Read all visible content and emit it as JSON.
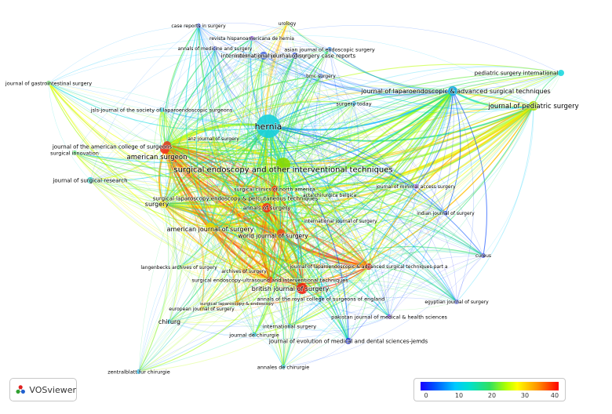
{
  "app": {
    "logo_text": "VOSviewer",
    "logo_icon": "vosviewer-network-icon"
  },
  "legend": {
    "ticks": [
      "0",
      "10",
      "20",
      "30",
      "40"
    ],
    "min": 0,
    "max": 42,
    "gradient": [
      "#1a00ff",
      "#00c8ff",
      "#30e060",
      "#ffff00",
      "#ff0000"
    ]
  },
  "nodes": [
    {
      "id": "hernia",
      "label": "hernia",
      "color": "#18d0dc",
      "score": 14,
      "weight": 10
    },
    {
      "id": "seoit",
      "label": "surgical endoscopy and other interventional techniques",
      "color": "#8ad800",
      "score": 24,
      "weight": 6
    },
    {
      "id": "american_surgeon",
      "label": "american surgeon",
      "color": "#f03020",
      "score": 40,
      "weight": 5
    },
    {
      "id": "jlast",
      "label": "journal of laparoendoscopic & advanced surgical techniques",
      "color": "#10a8e0",
      "score": 12,
      "weight": 4
    },
    {
      "id": "jps",
      "label": "journal of pediatric surgery",
      "color": "#a8e000",
      "score": 26,
      "weight": 4
    },
    {
      "id": "pedsurgint",
      "label": "pediatric surgery international",
      "color": "#20d8e0",
      "score": 15,
      "weight": 3
    },
    {
      "id": "bjs",
      "label": "british journal of surgery",
      "color": "#ee2010",
      "score": 41,
      "weight": 5
    },
    {
      "id": "wjs",
      "label": "world journal of surgery",
      "color": "#f05018",
      "score": 37,
      "weight": 4
    },
    {
      "id": "ajs",
      "label": "american journal of surgery",
      "color": "#e8d000",
      "score": 30,
      "weight": 4
    },
    {
      "id": "surgery",
      "label": "surgery",
      "color": "#f8e000",
      "score": 31,
      "weight": 4
    },
    {
      "id": "annals_surgery",
      "label": "annals of surgery",
      "color": "#f03010",
      "score": 40,
      "weight": 4
    },
    {
      "id": "jacs",
      "label": "journal of the american college of surgeons",
      "color": "#e04020",
      "score": 38,
      "weight": 3
    },
    {
      "id": "slept",
      "label": "surgical laparoscopy endoscopy & percutaneous techniques",
      "color": "#d8e000",
      "score": 28,
      "weight": 3
    },
    {
      "id": "scna",
      "label": "surgical clinics of north america",
      "color": "#f04010",
      "score": 38,
      "weight": 3
    },
    {
      "id": "acta",
      "label": "acta chirurgica belgica",
      "color": "#40d0a0",
      "score": 18,
      "weight": 2
    },
    {
      "id": "ijs_int",
      "label": "international journal of surgery",
      "color": "#4060e0",
      "score": 7,
      "weight": 3
    },
    {
      "id": "ijs_cr",
      "label": "international journal of surgery case reports",
      "color": "#3050e0",
      "score": 5,
      "weight": 3
    },
    {
      "id": "ijs_bjs",
      "label": "international journal of surgery",
      "color": "#30b0e0",
      "score": 11,
      "weight": 2
    },
    {
      "id": "jrs",
      "label": "journal of surgical research",
      "color": "#20d0c0",
      "score": 16,
      "weight": 2
    },
    {
      "id": "jgs",
      "label": "journal of gastrointestinal surgery",
      "color": "#40e040",
      "score": 20,
      "weight": 2
    },
    {
      "id": "jsls",
      "label": "jsls-journal of the society of laparoendoscopic surgeons",
      "color": "#30c8e0",
      "score": 14,
      "weight": 2
    },
    {
      "id": "anz",
      "label": "anz journal of surgery",
      "color": "#a0e020",
      "score": 25,
      "weight": 2
    },
    {
      "id": "si",
      "label": "surgical innovation",
      "color": "#40e060",
      "score": 20,
      "weight": 2
    },
    {
      "id": "crs",
      "label": "case reports in surgery",
      "color": "#2040e0",
      "score": 4,
      "weight": 2
    },
    {
      "id": "urology",
      "label": "urology",
      "color": "#e0e020",
      "score": 29,
      "weight": 2
    },
    {
      "id": "rhh",
      "label": "revista hispanoamericana de hernia",
      "color": "#8040e0",
      "score": 2,
      "weight": 2
    },
    {
      "id": "ams",
      "label": "annals of medicine and surgery",
      "color": "#3050e8",
      "score": 3,
      "weight": 2
    },
    {
      "id": "ajes",
      "label": "asian journal of endoscopic surgery",
      "color": "#2080e8",
      "score": 8,
      "weight": 2
    },
    {
      "id": "bmc",
      "label": "bmc surgery",
      "color": "#3070e0",
      "score": 6,
      "weight": 2
    },
    {
      "id": "st",
      "label": "surgery today",
      "color": "#20a0e0",
      "score": 10,
      "weight": 2
    },
    {
      "id": "jmas",
      "label": "journal of minimal access surgery",
      "color": "#a040e0",
      "score": 3,
      "weight": 2
    },
    {
      "id": "ijs_india",
      "label": "indian journal of surgery",
      "color": "#2040e0",
      "score": 5,
      "weight": 2
    },
    {
      "id": "cureus",
      "label": "cureus",
      "color": "#2030e0",
      "score": 2,
      "weight": 2
    },
    {
      "id": "egypt",
      "label": "egyptian journal of surgery",
      "color": "#3040e0",
      "score": 3,
      "weight": 2
    },
    {
      "id": "lang",
      "label": "langenbecks archives of surgery",
      "color": "#40e060",
      "score": 19,
      "weight": 2
    },
    {
      "id": "aos",
      "label": "archives of surgery",
      "color": "#e08020",
      "score": 33,
      "weight": 2
    },
    {
      "id": "seui",
      "label": "surgical endoscopy-ultrasound and interventional techniques",
      "color": "#f04010",
      "score": 39,
      "weight": 3
    },
    {
      "id": "jlast_a",
      "label": "journal of laparoendoscopic & advanced surgical techniques-part a",
      "color": "#e02010",
      "score": 41,
      "weight": 3
    },
    {
      "id": "arcs",
      "label": "annals of the royal college of surgeons of england",
      "color": "#20a0e0",
      "score": 11,
      "weight": 2
    },
    {
      "id": "sle",
      "label": "surgical laparoscopy & endoscopy",
      "color": "#f0a010",
      "score": 34,
      "weight": 2
    },
    {
      "id": "ejs",
      "label": "european journal of surgery",
      "color": "#f0d010",
      "score": 31,
      "weight": 2
    },
    {
      "id": "chirurg",
      "label": "chirurg",
      "color": "#20d0e0",
      "score": 15,
      "weight": 2
    },
    {
      "id": "pjmhs",
      "label": "pakistan journal of medical & health sciences",
      "color": "#8040e0",
      "score": 2,
      "weight": 2
    },
    {
      "id": "isurg",
      "label": "international surgery",
      "color": "#40c0c0",
      "score": 15,
      "weight": 2
    },
    {
      "id": "jdc",
      "label": "journal de chirurgie",
      "color": "#30b8d8",
      "score": 14,
      "weight": 2
    },
    {
      "id": "jemds",
      "label": "journal of evolution of medical and dental sciences-jemds",
      "color": "#2030e0",
      "score": 2,
      "weight": 3
    },
    {
      "id": "zbl",
      "label": "zentralblatt fur chirurgie",
      "color": "#20b0e0",
      "score": 12,
      "weight": 2
    },
    {
      "id": "adc",
      "label": "annales de chirurgie",
      "color": "#20c0d0",
      "score": 14,
      "weight": 2
    }
  ]
}
